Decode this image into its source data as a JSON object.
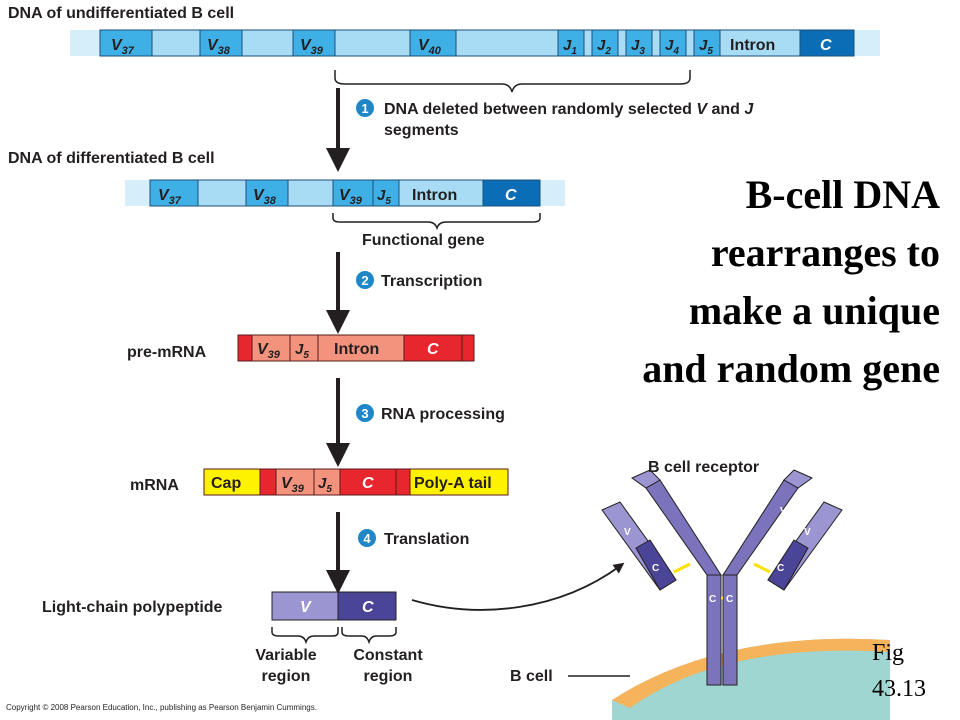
{
  "labels": {
    "undiff_dna": "DNA of undifferentiated B cell",
    "diff_dna": "DNA of differentiated B cell",
    "functional_gene": "Functional gene",
    "pre_mrna": "pre-mRNA",
    "mrna": "mRNA",
    "light_chain": "Light-chain polypeptide",
    "variable_region_1": "Variable",
    "variable_region_2": "region",
    "constant_region_1": "Constant",
    "constant_region_2": "region",
    "b_cell_receptor": "B cell receptor",
    "b_cell": "B cell"
  },
  "steps": [
    {
      "num": "1",
      "text_1": "DNA deleted between randomly selected ",
      "v": "V",
      "and": " and ",
      "j": "J",
      "text_2": "segments"
    },
    {
      "num": "2",
      "text": "Transcription"
    },
    {
      "num": "3",
      "text": "RNA processing"
    },
    {
      "num": "4",
      "text": "Translation"
    }
  ],
  "segments": {
    "v37": "V",
    "v37_sub": "37",
    "v38": "V",
    "v38_sub": "38",
    "v39": "V",
    "v39_sub": "39",
    "v40": "V",
    "v40_sub": "40",
    "j": "J",
    "j1": "1",
    "j2": "2",
    "j3": "3",
    "j4": "4",
    "j5": "5",
    "intron": "Intron",
    "c": "C",
    "cap": "Cap",
    "polya": "Poly-A tail",
    "v": "V"
  },
  "receptor_labels": {
    "v": "V",
    "c": "C"
  },
  "headline": [
    "B-cell DNA",
    "rearranges to",
    "make a unique",
    "and random gene"
  ],
  "figure_ref": [
    "Fig",
    "43.13"
  ],
  "copyright": "Copyright © 2008 Pearson Education, Inc., publishing as Pearson Benjamin Cummings.",
  "colors": {
    "dna_light": "#a8dcf5",
    "dna_mid": "#3fb0e6",
    "dna_dark": "#0a6db5",
    "rna_light": "#f4937d",
    "rna_red": "#e8262d",
    "cap_yellow": "#fff200",
    "protein_light": "#9b96d2",
    "protein_dark": "#4b4597",
    "membrane": "#f5b35c",
    "cell": "#9fd6d1",
    "step_blue": "#1f86c8"
  }
}
